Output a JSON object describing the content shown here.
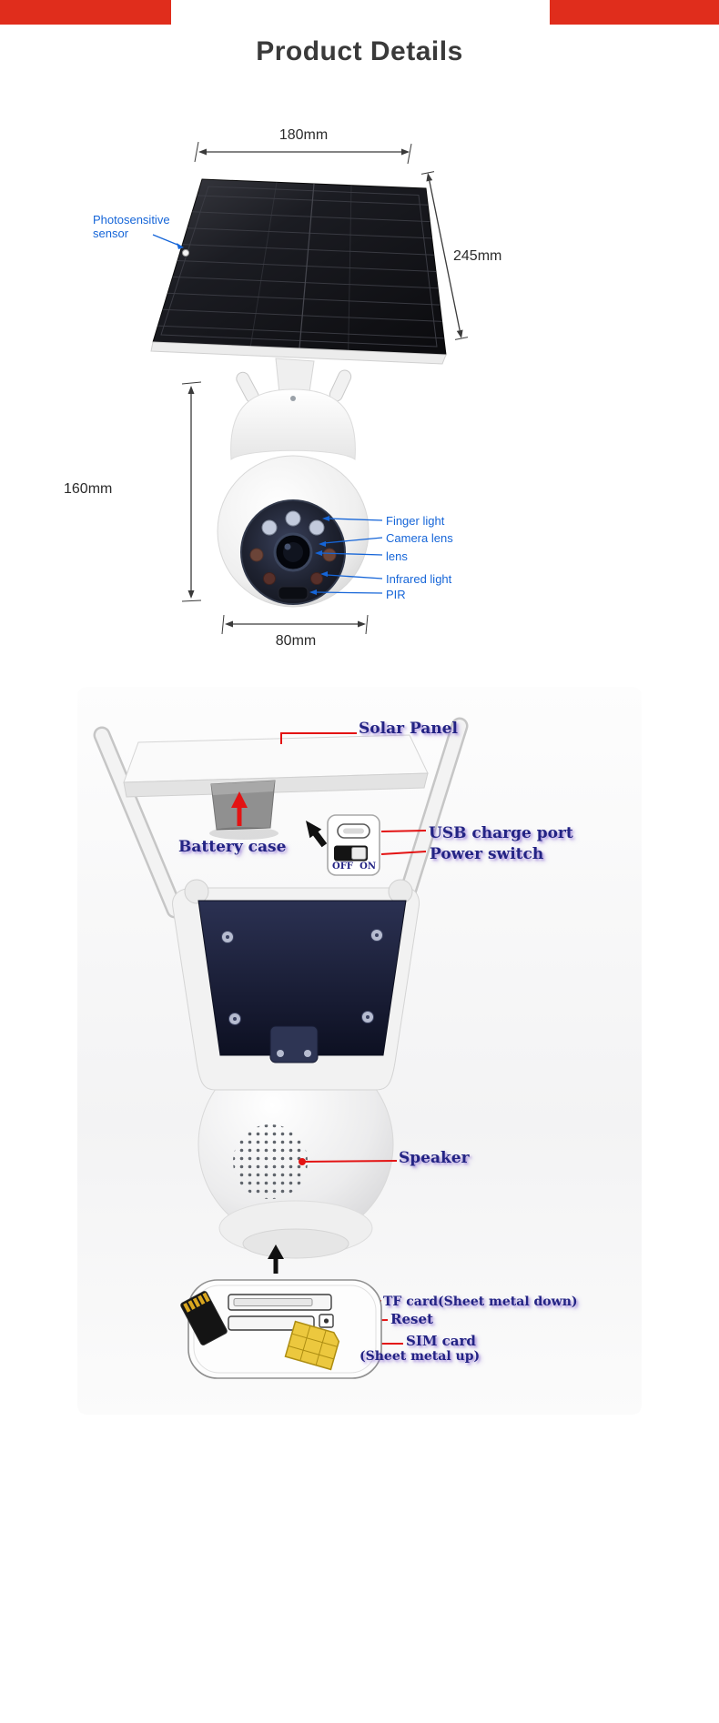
{
  "title": "Product Details",
  "front": {
    "dims": {
      "width": "180mm",
      "height": "245mm",
      "body_height": "160mm",
      "body_width": "80mm"
    },
    "labels": {
      "photosensitive": "Photosensitive sensor",
      "finger_light": "Finger light",
      "camera_lens": "Camera lens",
      "lens": "lens",
      "infrared_light": "Infrared light",
      "pir": "PIR"
    }
  },
  "back": {
    "labels": {
      "solar_panel": "Solar Panel",
      "battery_case": "Battery case",
      "usb_charge_port": "USB charge port",
      "power_switch": "Power switch",
      "off": "OFF",
      "on": "ON",
      "speaker": "Speaker",
      "tf_card": "TF card(Sheet metal down)",
      "reset": "Reset",
      "sim_card": "SIM card",
      "sim_card_note": "(Sheet metal up)"
    }
  },
  "colors": {
    "blue_label": "#1565d8",
    "navy_label": "#232384",
    "red_annotation": "#e31313",
    "banner_red": "#e02d1c"
  }
}
